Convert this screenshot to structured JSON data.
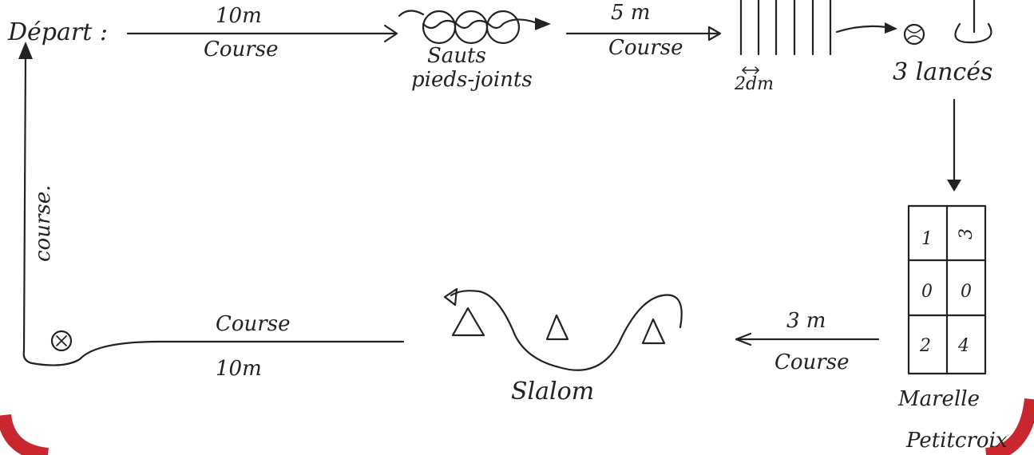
{
  "labels": {
    "depart": "Départ :",
    "dist_10m_top": "10m",
    "course_top_1": "Course",
    "sauts_1": "Sauts",
    "sauts_2": "pieds-joints",
    "dist_5m": "5 m",
    "course_top_2": "Course",
    "dist_2dm": "2dm",
    "lances": "3 lancés",
    "course_left": "course.",
    "course_bottom": "Course",
    "dist_10m_bottom": "10m",
    "slalom": "Slalom",
    "dist_3m": "3 m",
    "course_bottom_right": "Course",
    "marelle": "Marelle",
    "author": "Petitcroix"
  },
  "marelle_cells": [
    "1",
    "3",
    "0",
    "0",
    "2",
    "4"
  ],
  "colors": {
    "ink": "#222222",
    "frame": "#c8282d"
  }
}
